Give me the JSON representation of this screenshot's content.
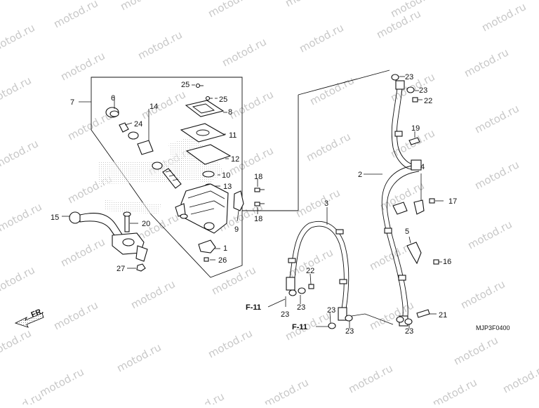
{
  "watermark": "motod.ru",
  "diagram_code": "MJP3F0400",
  "front_marker": "FR.",
  "section_refs": [
    "F-11",
    "F-11"
  ],
  "callouts": [
    "1",
    "2",
    "3",
    "4",
    "5",
    "6",
    "7",
    "8",
    "9",
    "10",
    "11",
    "12",
    "13",
    "14",
    "15",
    "16",
    "17",
    "18",
    "18",
    "19",
    "20",
    "21",
    "22",
    "22",
    "23",
    "23",
    "23",
    "23",
    "23",
    "23",
    "23",
    "24",
    "25",
    "25",
    "26",
    "27"
  ],
  "colors": {
    "line": "#111111",
    "watermark": "#c8c8c8",
    "hatch": "#9a9a9a"
  }
}
